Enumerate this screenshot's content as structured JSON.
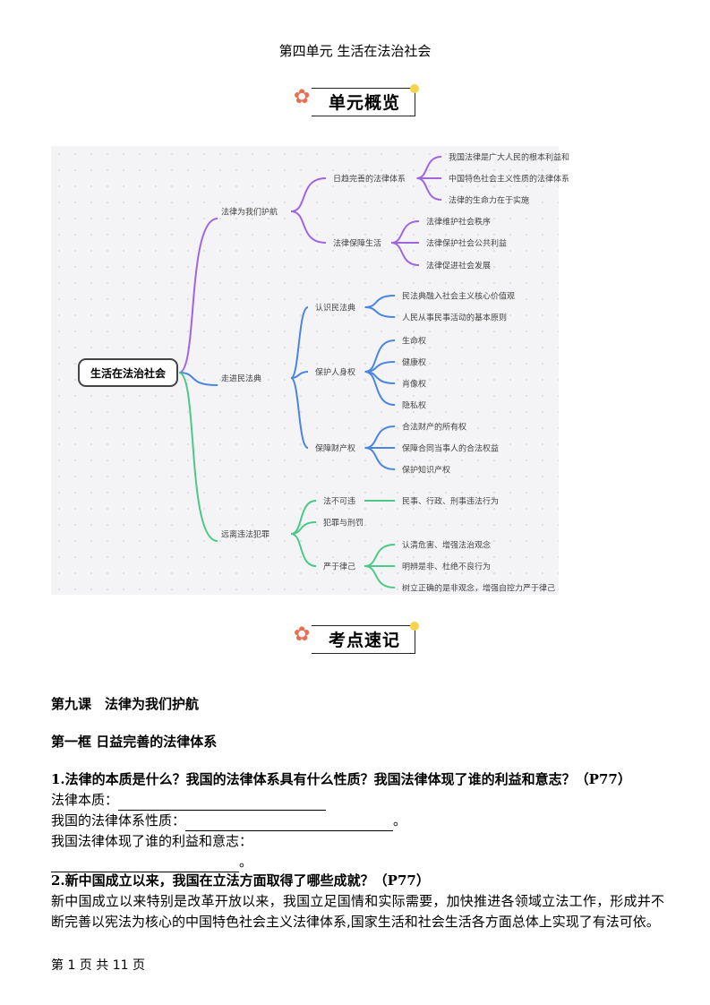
{
  "header": {
    "title": "第四单元 生活在法治社会"
  },
  "badges": {
    "overview": "单元概览",
    "keypoints": "考点速记"
  },
  "mindmap": {
    "root": "生活在法治社会",
    "branches": [
      {
        "label": "法律为我们护航",
        "color": "#a066e0",
        "children": [
          {
            "label": "日趋完善的法律体系",
            "children": [
              "我国法律是广大人民的根本利益和",
              "中国特色社会主义性质的法律体系",
              "法律的生命力在于实施"
            ]
          },
          {
            "label": "法律保障生活",
            "children": [
              "法律维护社会秩序",
              "法律保护社会公共利益",
              "法律促进社会发展"
            ]
          }
        ]
      },
      {
        "label": "走进民法典",
        "color": "#4a86e0",
        "children": [
          {
            "label": "认识民法典",
            "children": [
              "民法典融入社会主义核心价值观",
              "人民从事民事活动的基本原则"
            ]
          },
          {
            "label": "保护人身权",
            "children": [
              "生命权",
              "健康权",
              "肖像权",
              "隐私权"
            ]
          },
          {
            "label": "保障财产权",
            "children": [
              "合法财产的所有权",
              "保障合同当事人的合法权益",
              "保护知识产权"
            ]
          }
        ]
      },
      {
        "label": "远离违法犯罪",
        "color": "#4cc98a",
        "children": [
          {
            "label": "法不可违",
            "children": [
              "民事、行政、刑事违法行为"
            ]
          },
          {
            "label": "犯罪与刑罚",
            "children": []
          },
          {
            "label": "严于律己",
            "children": [
              "认清危害、增强法治观念",
              "明辨是非、杜绝不良行为",
              "树立正确的是非观念，增强自控力严于律己"
            ]
          }
        ]
      }
    ]
  },
  "lesson": {
    "title": "第九课　法律为我们护航",
    "section": "第一框 日益完善的法律体系"
  },
  "q1": {
    "question": "1.法律的本质是什么？我国的法律体系具有什么性质？我国法律体现了谁的利益和意志？（P77）",
    "a1": "法律本质：",
    "a2": "我国的法律体系性质：",
    "a3": "我国法律体现了谁的利益和意志：",
    "period": "。"
  },
  "q2": {
    "question": "2.新中国成立以来，我国在立法方面取得了哪些成就？（P77）",
    "answer": "新中国成立以来特别是改革开放以来，我国立足国情和实际需要，加快推进各领域立法工作，形成并不断完善以宪法为核心的中国特色社会主义法律体系,国家生活和社会生活各方面总体上实现了有法可依。"
  },
  "footer": {
    "page": "第 1 页 共 11 页"
  }
}
